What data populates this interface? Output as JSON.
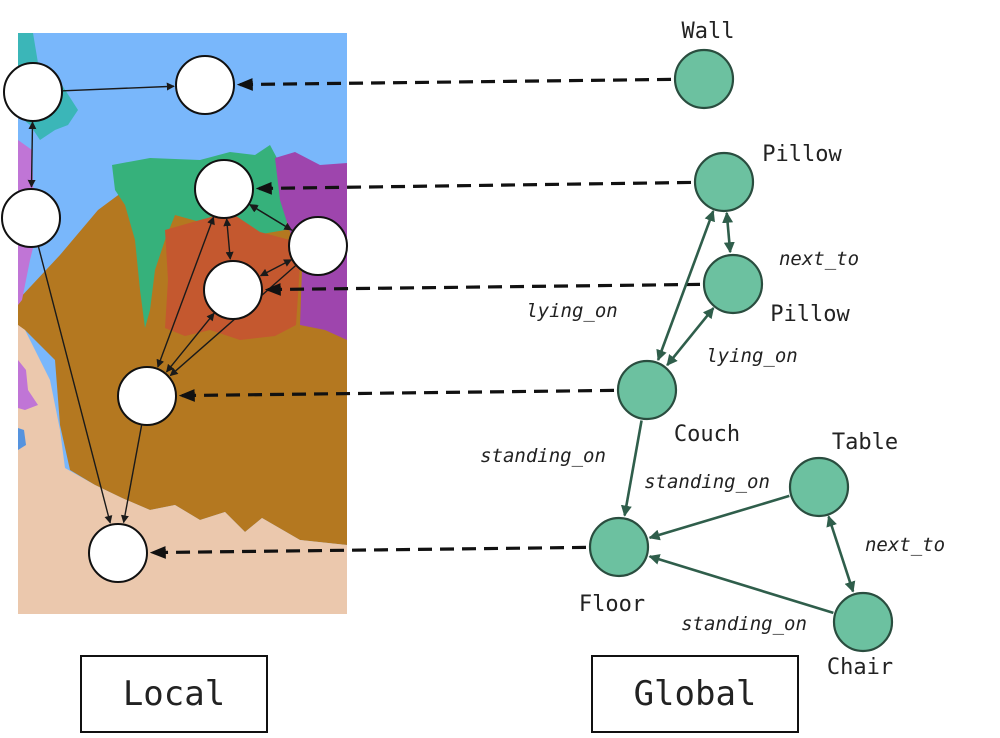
{
  "colors": {
    "global_node_fill": "#6cc1a0",
    "global_edge": "#2f5e4b",
    "local_edge": "#1a1a1a",
    "wall_region": "#79b7fb",
    "couch_region": "#b47820",
    "floor_region": "#ebc8ad",
    "pillow_region_1": "#36b17b",
    "pillow_region_2": "#c4582f",
    "purple_region": "#9e45ad"
  },
  "boxes": {
    "local": "Local",
    "global": "Global"
  },
  "global_nodes": [
    {
      "id": "wall",
      "label": "Wall"
    },
    {
      "id": "pillow1",
      "label": "Pillow"
    },
    {
      "id": "pillow2",
      "label": "Pillow"
    },
    {
      "id": "couch",
      "label": "Couch"
    },
    {
      "id": "floor",
      "label": "Floor"
    },
    {
      "id": "table",
      "label": "Table"
    },
    {
      "id": "chair",
      "label": "Chair"
    }
  ],
  "global_edges": [
    {
      "from": "pillow1",
      "to": "couch",
      "label": "lying_on",
      "bidirectional": true
    },
    {
      "from": "pillow1",
      "to": "pillow2",
      "label": "next_to",
      "bidirectional": true
    },
    {
      "from": "pillow2",
      "to": "couch",
      "label": "lying_on",
      "bidirectional": true
    },
    {
      "from": "couch",
      "to": "floor",
      "label": "standing_on",
      "bidirectional": false
    },
    {
      "from": "table",
      "to": "floor",
      "label": "standing_on",
      "bidirectional": false
    },
    {
      "from": "table",
      "to": "chair",
      "label": "next_to",
      "bidirectional": true
    },
    {
      "from": "chair",
      "to": "floor",
      "label": "standing_on",
      "bidirectional": false
    }
  ],
  "correspondences": [
    {
      "global": "wall",
      "local": "L2"
    },
    {
      "global": "pillow1",
      "local": "L4"
    },
    {
      "global": "pillow2",
      "local": "L6"
    },
    {
      "global": "couch",
      "local": "L7"
    },
    {
      "global": "floor",
      "local": "L8"
    }
  ],
  "local_nodes": [
    "L1",
    "L2",
    "L3",
    "L4",
    "L5",
    "L6",
    "L7",
    "L8"
  ],
  "local_edges": [
    {
      "from": "L1",
      "to": "L2",
      "bidirectional": false
    },
    {
      "from": "L1",
      "to": "L3",
      "bidirectional": true
    },
    {
      "from": "L3",
      "to": "L8",
      "bidirectional": false
    },
    {
      "from": "L4",
      "to": "L5",
      "bidirectional": true
    },
    {
      "from": "L4",
      "to": "L6",
      "bidirectional": true
    },
    {
      "from": "L4",
      "to": "L7",
      "bidirectional": true
    },
    {
      "from": "L5",
      "to": "L4",
      "bidirectional": false
    },
    {
      "from": "L5",
      "to": "L6",
      "bidirectional": true
    },
    {
      "from": "L5",
      "to": "L7",
      "bidirectional": false
    },
    {
      "from": "L6",
      "to": "L7",
      "bidirectional": true
    },
    {
      "from": "L7",
      "to": "L8",
      "bidirectional": false
    }
  ]
}
